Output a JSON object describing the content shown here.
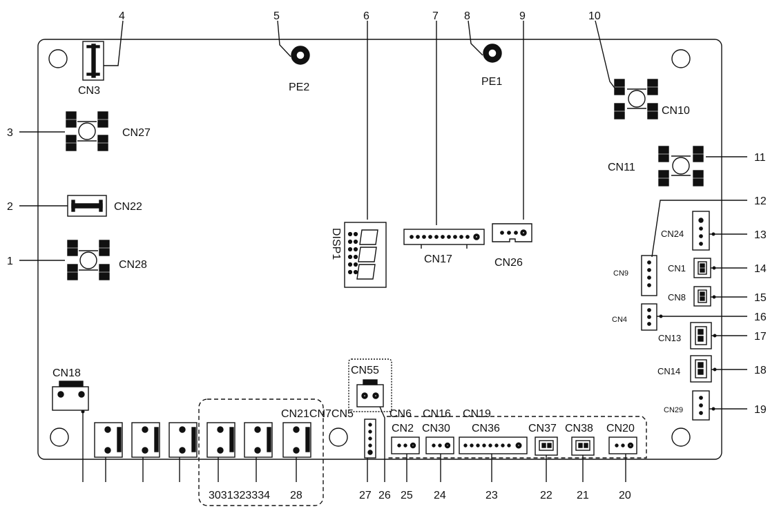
{
  "callouts": {
    "n1": "1",
    "n2": "2",
    "n3": "3",
    "n4": "4",
    "n5": "5",
    "n6": "6",
    "n7": "7",
    "n8": "8",
    "n9": "9",
    "n10": "10",
    "n11": "11",
    "n12": "12",
    "n13": "13",
    "n14": "14",
    "n15": "15",
    "n16": "16",
    "n17": "17",
    "n18": "18",
    "n19": "19",
    "n20": "20",
    "n21": "21",
    "n22": "22",
    "n23": "23",
    "n24": "24",
    "n25": "25",
    "n26": "26",
    "n27": "27",
    "n28": "28",
    "bottom_overlap": "3031323334"
  },
  "labels": {
    "cn3": "CN3",
    "pe2": "PE2",
    "pe1": "PE1",
    "cn10": "CN10",
    "cn27": "CN27",
    "cn11": "CN11",
    "cn22": "CN22",
    "cn28": "CN28",
    "disp1": "DISP1",
    "cn17": "CN17",
    "cn26": "CN26",
    "cn24": "CN24",
    "cn9": "CN9",
    "cn1": "CN1",
    "cn8": "CN8",
    "cn4": "CN4",
    "cn13": "CN13",
    "cn14": "CN14",
    "cn29": "CN29",
    "cn18": "CN18",
    "cn55": "CN55",
    "cn21_overlap": "CN21CN7CN5",
    "cn6": "CN6",
    "cn16": "CN16",
    "cn19": "CN19",
    "cn2": "CN2",
    "cn30": "CN30",
    "cn36": "CN36",
    "cn37": "CN37",
    "cn38": "CN38",
    "cn20": "CN20"
  },
  "colors": {
    "ink": "#111111",
    "pad": "#1a1a1a",
    "board": "#ffffff"
  }
}
